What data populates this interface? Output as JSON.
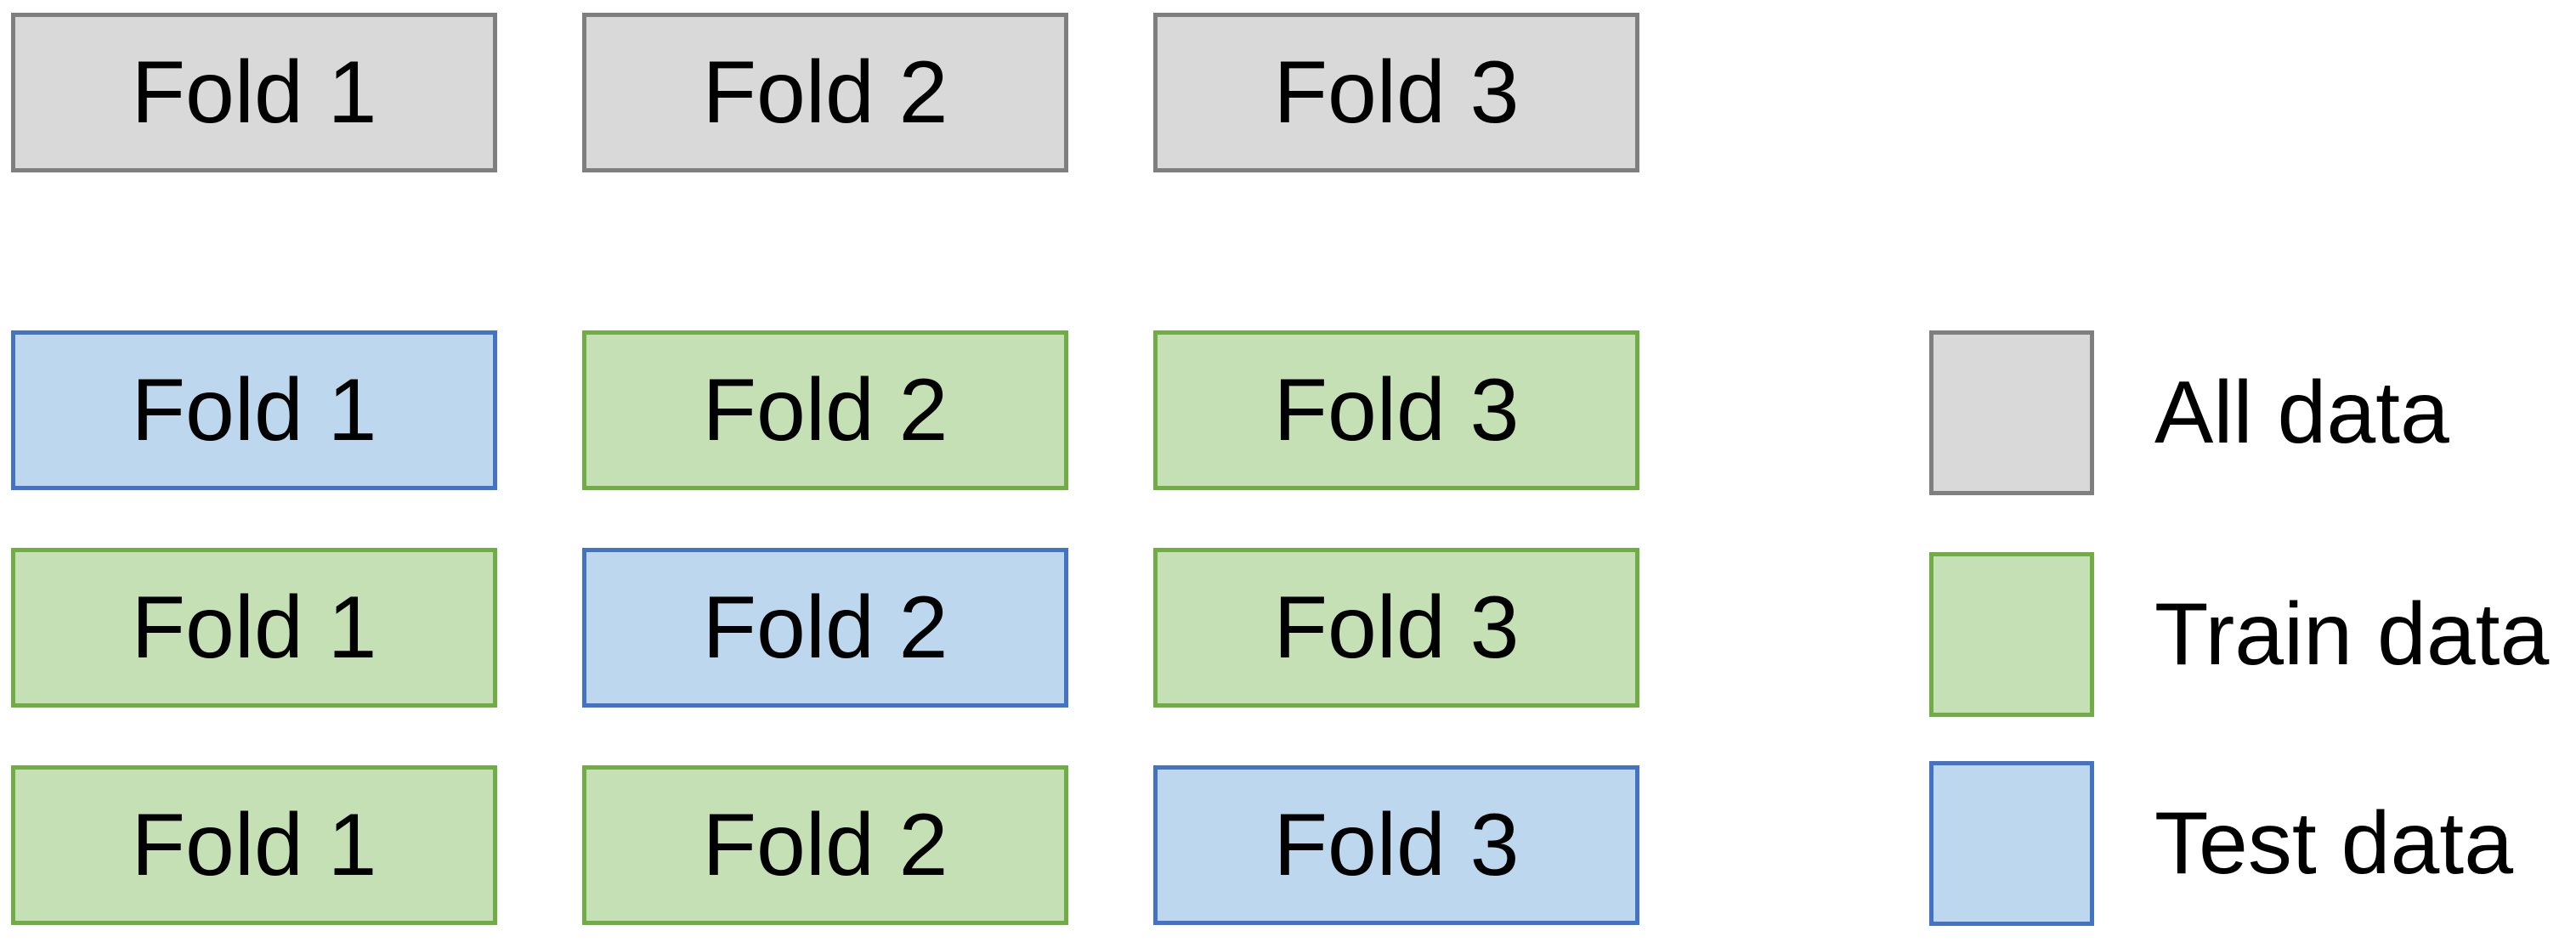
{
  "all_data_row": {
    "folds": [
      "Fold 1",
      "Fold 2",
      "Fold 3"
    ]
  },
  "splits": [
    {
      "folds": [
        "Fold 1",
        "Fold 2",
        "Fold 3"
      ],
      "test_fold_index": 0
    },
    {
      "folds": [
        "Fold 1",
        "Fold 2",
        "Fold 3"
      ],
      "test_fold_index": 1
    },
    {
      "folds": [
        "Fold 1",
        "Fold 2",
        "Fold 3"
      ],
      "test_fold_index": 2
    }
  ],
  "legend": {
    "all": "All data",
    "train": "Train data",
    "test": "Test data"
  },
  "colors": {
    "all_fill": "#d9d9d9",
    "all_border": "#7f7f7f",
    "train_fill": "#c5e0b4",
    "train_border": "#70ad47",
    "test_fill": "#bdd7ee",
    "test_border": "#4472c4"
  }
}
